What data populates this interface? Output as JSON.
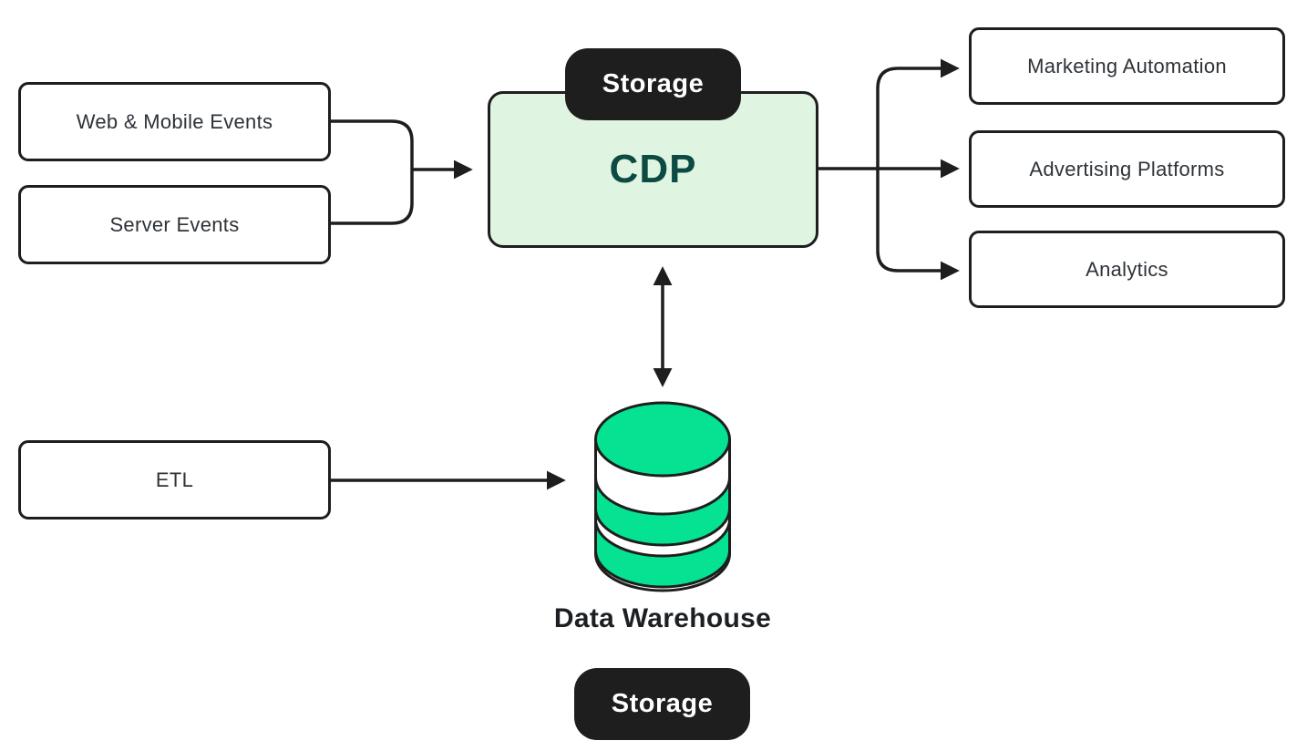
{
  "diagram": {
    "sources": [
      {
        "label": "Web & Mobile Events"
      },
      {
        "label": "Server Events"
      },
      {
        "label": "ETL"
      }
    ],
    "cdp": {
      "label": "CDP",
      "badge_label": "Storage"
    },
    "destinations": [
      {
        "label": "Marketing Automation"
      },
      {
        "label": "Advertising Platforms"
      },
      {
        "label": "Analytics"
      }
    ],
    "warehouse": {
      "label": "Data Warehouse",
      "badge_label": "Storage",
      "icon": "database-cylinder-icon"
    },
    "colors": {
      "accent_green": "#05E392",
      "cdp_fill": "#DFF5E2",
      "cdp_text": "#0C4A43",
      "line": "#1E1E1E",
      "badge_bg": "#1E1E1E",
      "badge_text": "#FFFFFF",
      "box_border": "#1E1E1E",
      "box_text": "#2E3338",
      "background": "#FFFFFF"
    }
  }
}
